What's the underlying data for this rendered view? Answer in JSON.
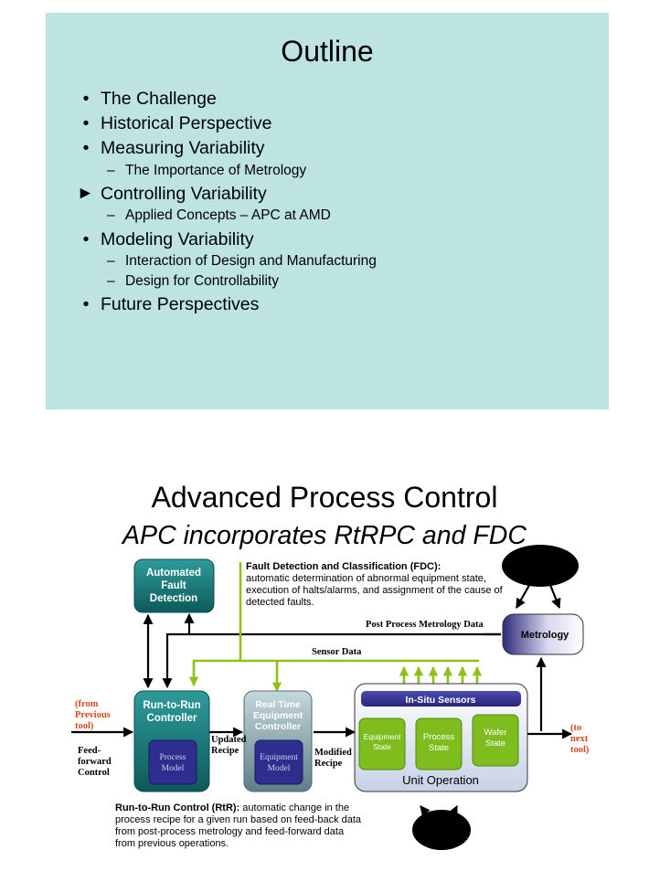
{
  "slide1": {
    "title": "Outline",
    "items": [
      {
        "label": "The Challenge",
        "marker": "•"
      },
      {
        "label": "Historical Perspective",
        "marker": "•"
      },
      {
        "label": "Measuring Variability",
        "marker": "•"
      },
      {
        "label": "The Importance of Metrology",
        "marker": "–"
      },
      {
        "label": "Controlling Variability",
        "marker": "►"
      },
      {
        "label": "Applied Concepts – APC at AMD",
        "marker": "–"
      },
      {
        "label": "Modeling Variability",
        "marker": "•"
      },
      {
        "label": "Interaction of Design and Manufacturing",
        "marker": "–"
      },
      {
        "label": "Design for Controllability",
        "marker": "–"
      },
      {
        "label": "Future Perspectives",
        "marker": "•"
      }
    ]
  },
  "slide2": {
    "title": "Advanced Process Control",
    "subtitle": "APC incorporates RtRPC and FDC",
    "boxes": {
      "afd": [
        "Automated",
        "Fault",
        "Detection"
      ],
      "rtr": [
        "Run-to-Run",
        "Controller"
      ],
      "process_model": [
        "Process",
        "Model"
      ],
      "rtec": [
        "Real Time",
        "Equipment",
        "Controller"
      ],
      "equipment_model": [
        "Equipment",
        "Model"
      ],
      "metrology": "Metrology",
      "in_situ": "In-Situ Sensors",
      "equipment_state": [
        "Equipment",
        "State"
      ],
      "process_state": [
        "Process",
        "State"
      ],
      "wafer_state": [
        "Wafer",
        "State"
      ],
      "unit_operation": "Unit Operation"
    },
    "fdc_note": {
      "heading": "Fault Detection and Classification (FDC):",
      "body": "automatic determination of abnormal equipment state, execution of halts/alarms,  and assignment of the cause of detected faults."
    },
    "rtr_note": {
      "heading": "Run-to-Run Control (RtR):",
      "body": "automatic change in the process recipe for a given run based on feed-back data from post-process metrology and feed-forward data from previous operations."
    },
    "labels": {
      "post_process": "Post Process Metrology Data",
      "sensor_data": "Sensor Data",
      "from_previous": [
        "(from",
        "Previous",
        "tool)"
      ],
      "feed_forward": [
        "Feed-",
        "forward",
        "Control"
      ],
      "updated_recipe": [
        "Updated",
        "Recipe"
      ],
      "modified_recipe": [
        "Modified",
        "Recipe"
      ],
      "to_next": [
        "(to",
        "next",
        "tool)"
      ]
    }
  }
}
